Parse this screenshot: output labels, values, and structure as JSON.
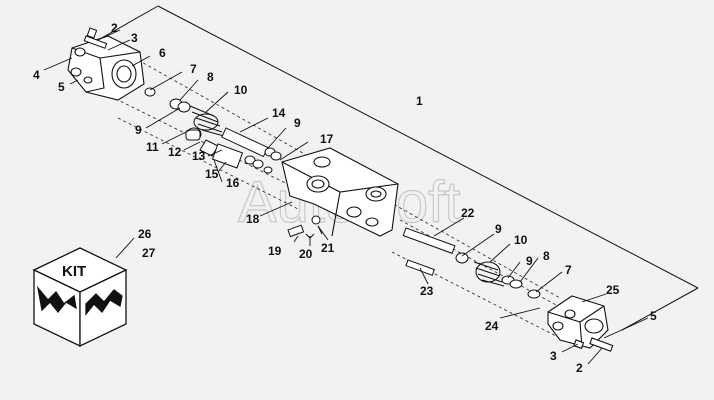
{
  "diagram": {
    "watermark": "AutoSoft",
    "kit_label": "KIT",
    "callouts": {
      "c1": "1",
      "c2a": "2",
      "c3a": "3",
      "c4": "4",
      "c5a": "5",
      "c6": "6",
      "c7a": "7",
      "c8a": "8",
      "c9a": "9",
      "c10a": "10",
      "c11": "11",
      "c12": "12",
      "c13": "13",
      "c14": "14",
      "c9b": "9",
      "c15": "15",
      "c16": "16",
      "c17": "17",
      "c18": "18",
      "c19": "19",
      "c20": "20",
      "c21": "21",
      "c22": "22",
      "c9c": "9",
      "c10b": "10",
      "c9d": "9",
      "c8b": "8",
      "c7b": "7",
      "c23": "23",
      "c24": "24",
      "c25": "25",
      "c5b": "5",
      "c3b": "3",
      "c2b": "2",
      "c26": "26",
      "c27": "27"
    }
  }
}
